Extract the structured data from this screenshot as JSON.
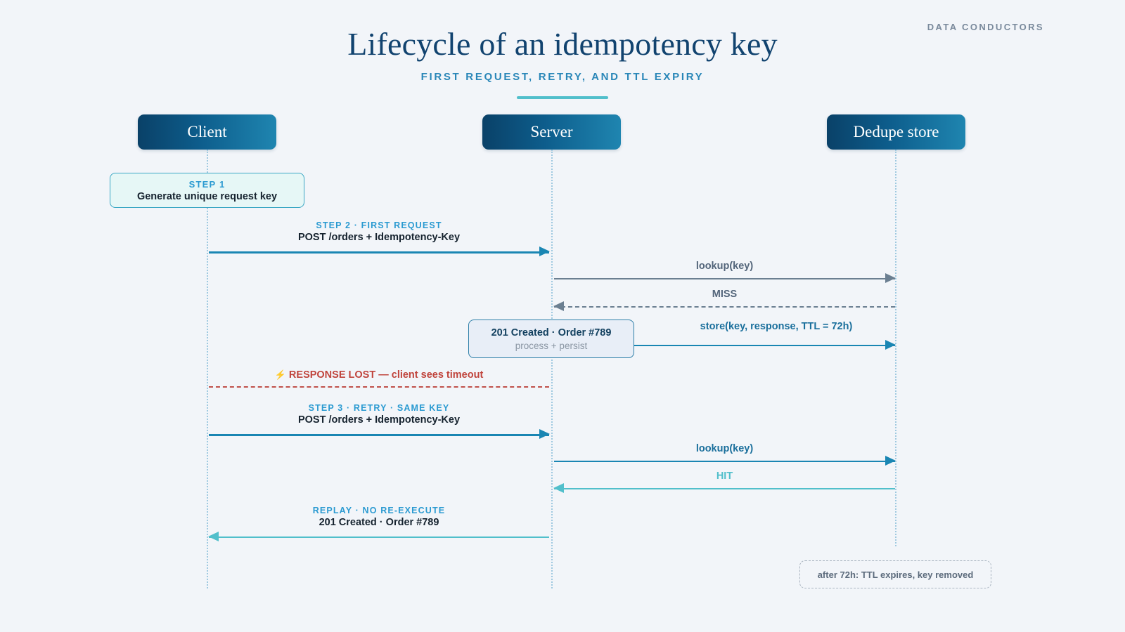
{
  "header": {
    "brand": "DATA CONDUCTORS",
    "title": "Lifecycle of an idempotency key",
    "subtitle": "FIRST REQUEST, RETRY, AND TTL EXPIRY"
  },
  "actors": {
    "client": "Client",
    "server": "Server",
    "store": "Dedupe store"
  },
  "notes": {
    "step1": {
      "kicker": "STEP 1",
      "body": "Generate unique request key"
    },
    "activity": {
      "main": "201 Created · Order #789",
      "sub": "process + persist"
    },
    "ttl": {
      "text": "after 72h: TTL expires, key removed"
    }
  },
  "messages": {
    "first_request": {
      "kicker": "STEP 2 · FIRST REQUEST",
      "body": "POST /orders + Idempotency-Key"
    },
    "lookup_miss": {
      "body": "lookup(key)"
    },
    "miss": {
      "body": "MISS"
    },
    "store_key": {
      "body": "store(key, response, TTL = 72h)"
    },
    "response_lost": {
      "bolt": "⚡",
      "body": "RESPONSE LOST — client sees timeout"
    },
    "retry": {
      "kicker": "STEP 3 · RETRY · SAME KEY",
      "body": "POST /orders + Idempotency-Key"
    },
    "lookup_hit": {
      "body": "lookup(key)"
    },
    "hit": {
      "body": "HIT"
    },
    "replay": {
      "kicker": "REPLAY · NO RE-EXECUTE",
      "body": "201 Created · Order #789"
    }
  },
  "colors": {
    "background": "#f2f5f9",
    "title_navy": "#11436f",
    "accent_blue": "#2a87b8",
    "teal": "#1a86b3",
    "turquoise": "#51bfcb",
    "slate": "#6b7f91",
    "red": "#c0443c",
    "lifeline": "#9fc9e0"
  }
}
